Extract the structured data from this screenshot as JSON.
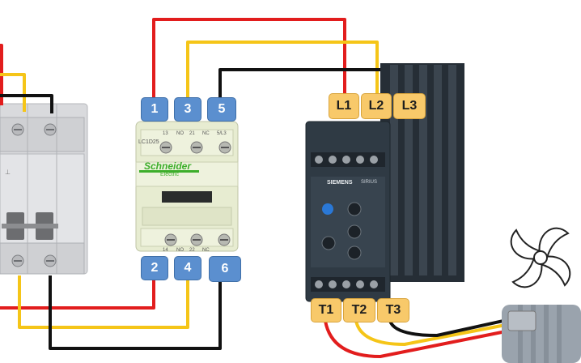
{
  "title": "",
  "colors": {
    "wire_red": "#e21d1d",
    "wire_yellow": "#f5c518",
    "wire_black": "#111111",
    "contact_tag": "#5b8fcf",
    "terminal_tag": "#f8c96a",
    "contactor_body": "#e8edd2",
    "starter_body": "#2f3a44",
    "breaker_body": "#dcdde0",
    "brand_green": "#3dae2b"
  },
  "contactor": {
    "brand": "Schneider",
    "brand_sub": "Electric",
    "model": "LC1D25",
    "top_labels": [
      "1",
      "3",
      "5"
    ],
    "bottom_labels": [
      "2",
      "4",
      "6"
    ],
    "top_small": [
      "13",
      "NO",
      "21",
      "NC",
      "5/L3"
    ],
    "bottom_small": [
      "14",
      "NO",
      "22",
      "NC"
    ]
  },
  "soft_starter": {
    "brand": "SIEMENS",
    "series": "SIRIUS",
    "line_labels": [
      "L1",
      "L2",
      "L3"
    ],
    "load_labels": [
      "T1",
      "T2",
      "T3"
    ]
  },
  "icons": [
    "circuit-breaker-icon",
    "contactor-icon",
    "soft-starter-icon",
    "motor-icon",
    "fan-icon"
  ]
}
